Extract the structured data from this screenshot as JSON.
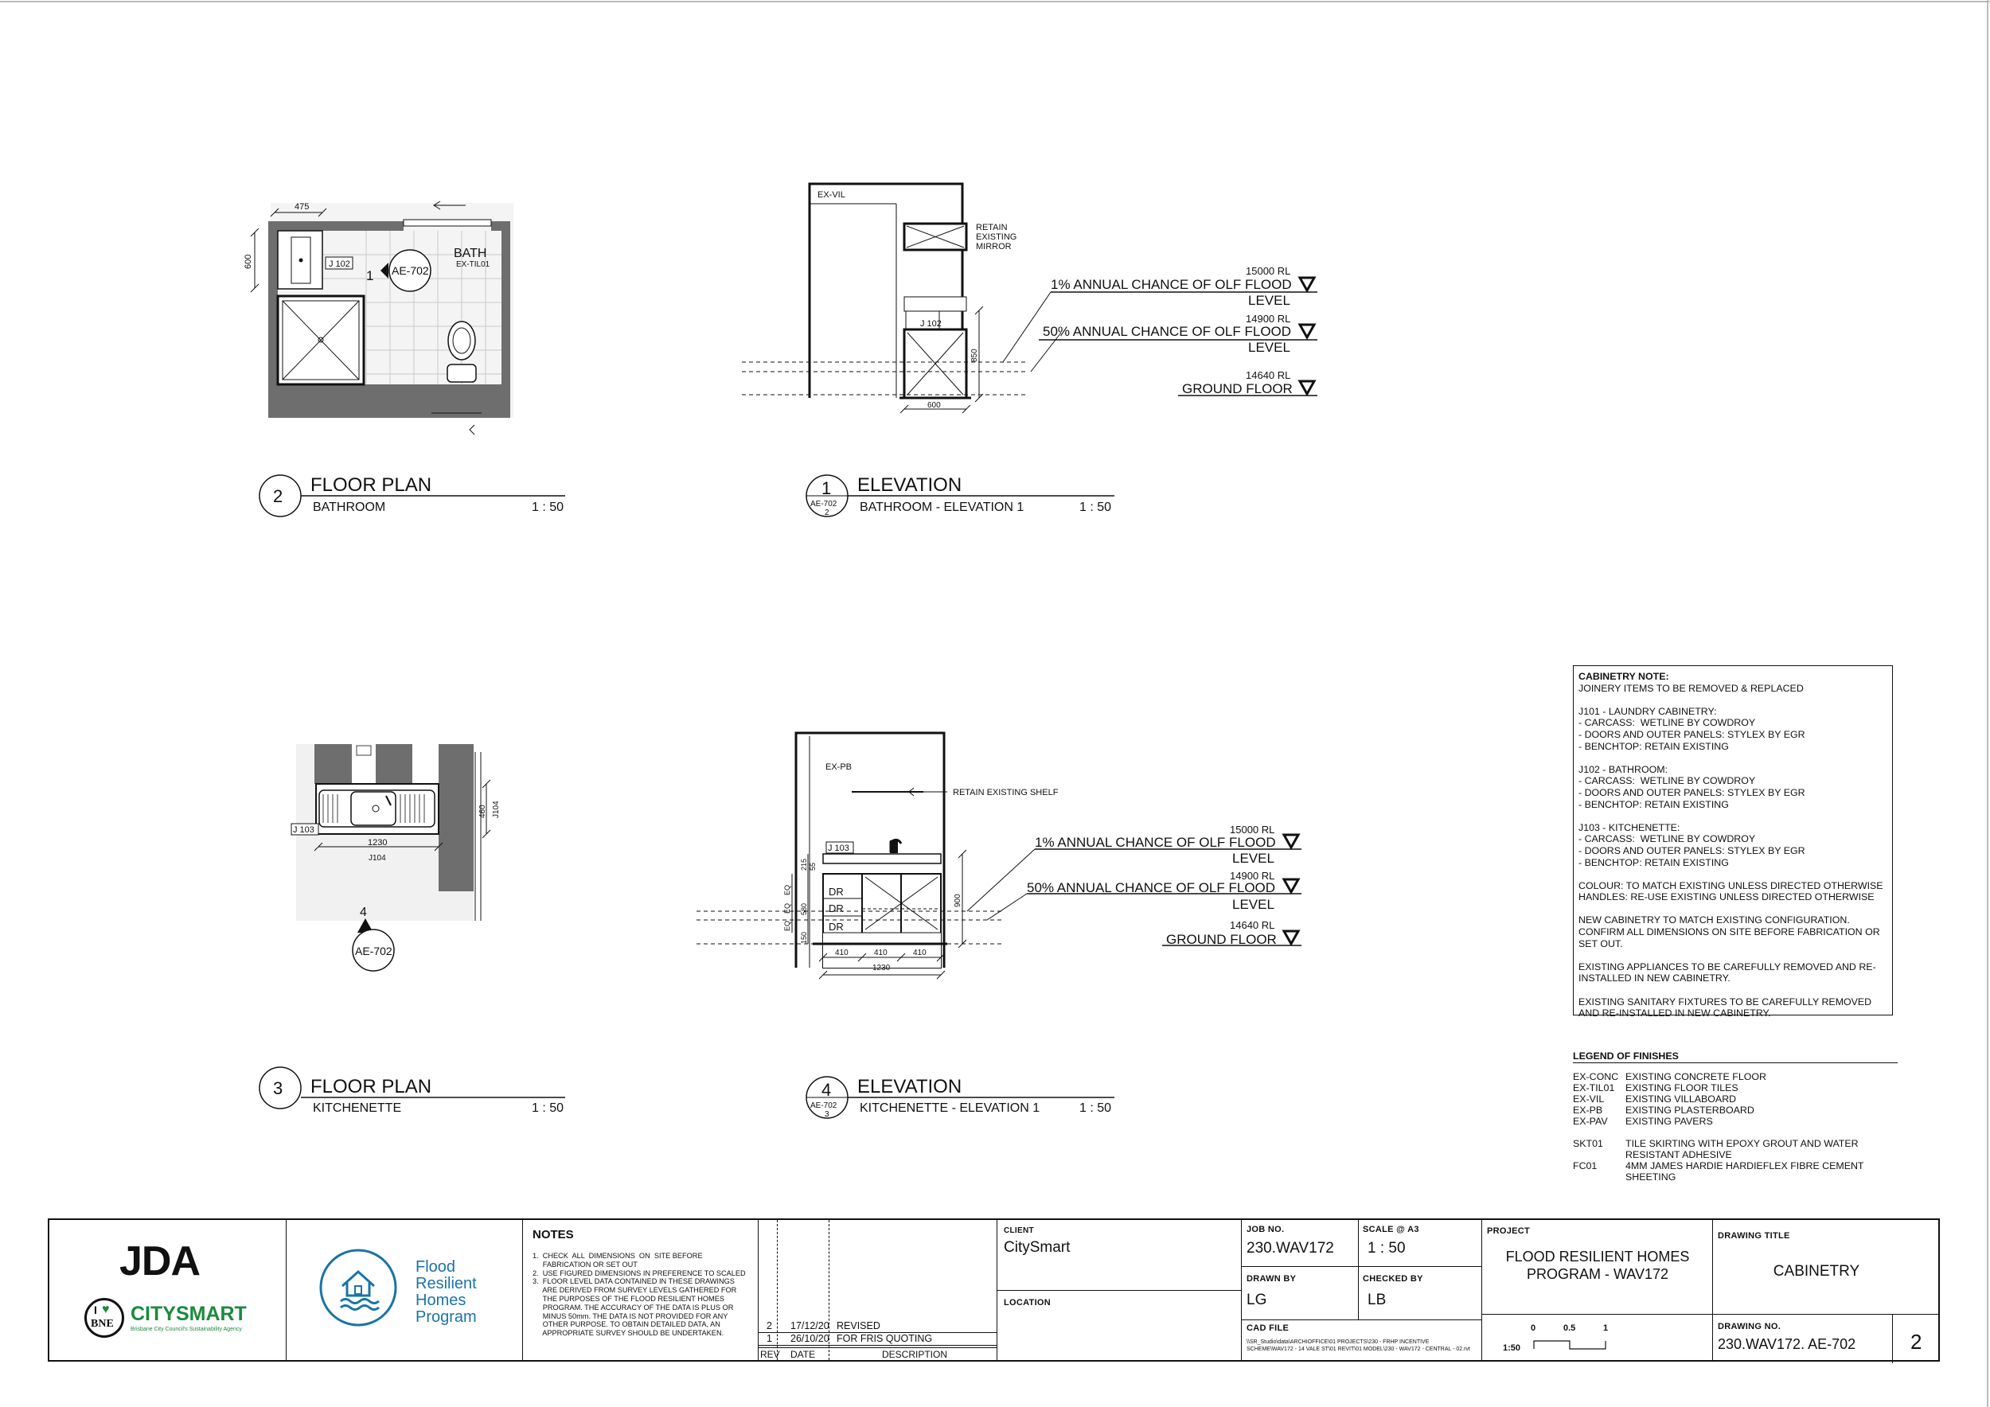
{
  "views": {
    "v2": {
      "num": "2",
      "title": "FLOOR PLAN",
      "sub": "BATHROOM",
      "scale": "1 : 50"
    },
    "v1": {
      "num": "1",
      "title": "ELEVATION",
      "sub": "BATHROOM - ELEVATION 1",
      "scale": "1 : 50",
      "ref_sheet": "AE-702",
      "ref_num": "2"
    },
    "v3": {
      "num": "3",
      "title": "FLOOR PLAN",
      "sub": "KITCHENETTE",
      "scale": "1 : 50"
    },
    "v4": {
      "num": "4",
      "title": "ELEVATION",
      "sub": "KITCHENETTE - ELEVATION 1",
      "scale": "1 : 50",
      "ref_sheet": "AE-702",
      "ref_num": "3"
    }
  },
  "bath_plan": {
    "dim_475": "475",
    "dim_600": "600",
    "room": "BATH",
    "finish": "EX-TIL01",
    "tag": "J 102",
    "section_num": "1",
    "section_ref": "AE-702"
  },
  "bath_elev": {
    "ex_vil": "EX-VIL",
    "retain1": "RETAIN",
    "retain2": "EXISTING",
    "retain3": "MIRROR",
    "tag": "J 102",
    "dim_850": "850",
    "dim_600": "600"
  },
  "levels": {
    "rl1": "15000 RL",
    "name1": "1% ANNUAL CHANCE OF OLF FLOOD",
    "lvl1": "LEVEL",
    "rl2": "14900 RL",
    "name2": "50% ANNUAL CHANCE OF OLF FLOOD",
    "lvl2": "LEVEL",
    "rl3": "14640 RL",
    "name3": "GROUND FLOOR"
  },
  "kit_plan": {
    "tag": "J 103",
    "dim_1230": "1230",
    "j104": "J104",
    "dim_460": "460",
    "j104v": "J104",
    "section_num": "4",
    "section_ref": "AE-702"
  },
  "kit_elev": {
    "ex_pb": "EX-PB",
    "retain": "RETAIN EXISTING SHELF",
    "tag": "J 103",
    "dr1": "DR",
    "dr2": "DR",
    "dr3": "DR",
    "d410a": "410",
    "d410b": "410",
    "d410c": "410",
    "d1230": "1230",
    "d900": "900",
    "v215": "215",
    "v55": "55",
    "v580": "580",
    "v150": "150",
    "eq1": "EQ",
    "eq2": "EQ",
    "eq3": "EQ"
  },
  "cabinetry_note": {
    "heading": "CABINETRY NOTE:",
    "lines": [
      "JOINERY ITEMS TO BE REMOVED & REPLACED",
      "",
      "J101 - LAUNDRY CABINETRY:",
      "- CARCASS:  WETLINE BY COWDROY",
      "- DOORS AND OUTER PANELS: STYLEX BY EGR",
      "- BENCHTOP: RETAIN EXISTING",
      "",
      "J102 - BATHROOM:",
      "- CARCASS:  WETLINE BY COWDROY",
      "- DOORS AND OUTER PANELS: STYLEX BY EGR",
      "- BENCHTOP: RETAIN EXISTING",
      "",
      "J103 - KITCHENETTE:",
      "- CARCASS:  WETLINE BY COWDROY",
      "- DOORS AND OUTER PANELS: STYLEX BY EGR",
      "- BENCHTOP: RETAIN EXISTING",
      "",
      "COLOUR: TO MATCH EXISTING UNLESS DIRECTED OTHERWISE",
      "HANDLES: RE-USE EXISTING UNLESS DIRECTED OTHERWISE",
      "",
      "NEW CABINETRY TO MATCH EXISTING CONFIGURATION.",
      "CONFIRM ALL DIMENSIONS ON SITE BEFORE FABRICATION OR",
      "SET OUT.",
      "",
      "EXISTING APPLIANCES TO BE CAREFULLY REMOVED AND RE-",
      "INSTALLED IN NEW CABINETRY.",
      "",
      "EXISTING SANITARY FIXTURES TO BE CAREFULLY REMOVED",
      "AND RE-INSTALLED IN NEW CABINETRY."
    ]
  },
  "legend": {
    "heading": "LEGEND OF FINISHES",
    "items": [
      {
        "code": "EX-CONC",
        "desc": "EXISTING CONCRETE FLOOR"
      },
      {
        "code": "EX-TIL01",
        "desc": "EXISTING FLOOR TILES"
      },
      {
        "code": "EX-VIL",
        "desc": "EXISTING VILLABOARD"
      },
      {
        "code": "EX-PB",
        "desc": "EXISTING PLASTERBOARD"
      },
      {
        "code": "EX-PAV",
        "desc": "EXISTING PAVERS"
      },
      {
        "code": "",
        "desc": ""
      },
      {
        "code": "SKT01",
        "desc": "TILE SKIRTING WITH EPOXY GROUT AND WATER RESISTANT ADHESIVE"
      },
      {
        "code": "FC01",
        "desc": "4MM JAMES HARDIE HARDIEFLEX FIBRE CEMENT SHEETING"
      }
    ]
  },
  "title_block": {
    "company": "JDA",
    "citysmart_i": "I",
    "citysmart_bne": "BNE",
    "citysmart": "CITYSMART",
    "citysmart_tag": "Brisbane City Council's Sustainability Agency",
    "frh1": "Flood",
    "frh2": "Resilient",
    "frh3": "Homes",
    "frh4": "Program",
    "notes_heading": "NOTES",
    "notes": [
      "1.  CHECK  ALL  DIMENSIONS  ON  SITE BEFORE",
      "     FABRICATION OR SET OUT",
      "2.  USE FIGURED DIMENSIONS IN PREFERENCE TO SCALED",
      "3.  FLOOR LEVEL DATA CONTAINED IN THESE DRAWINGS",
      "     ARE DERIVED FROM SURVEY LEVELS GATHERED FOR",
      "     THE PURPOSES OF THE FLOOD RESILIENT HOMES",
      "     PROGRAM. THE ACCURACY OF THE DATA IS PLUS OR",
      "     MINUS 50mm. THE DATA IS NOT PROVIDED FOR ANY",
      "     OTHER PURPOSE. TO OBTAIN DETAILED DATA, AN",
      "     APPROPRIATE SURVEY SHOULD BE UNDERTAKEN."
    ],
    "revisions": [
      {
        "rev": "2",
        "date": "17/12/20",
        "desc": "REVISED"
      },
      {
        "rev": "1",
        "date": "26/10/20",
        "desc": "FOR FRIS QUOTING"
      }
    ],
    "rev_h": "REV",
    "date_h": "DATE",
    "desc_h": "DESCRIPTION",
    "client_lbl": "CLIENT",
    "client": "CitySmart",
    "location_lbl": "LOCATION",
    "job_lbl": "JOB NO.",
    "job": "230.WAV172",
    "scale_lbl": "SCALE @ A3",
    "scale": "1 : 50",
    "drawn_lbl": "DRAWN BY",
    "drawn": "LG",
    "checked_lbl": "CHECKED BY",
    "checked": "LB",
    "cad_lbl": "CAD FILE",
    "cad1": "\\\\SR_Studio\\data\\ARCHIOFFICE\\01 PROJECTS\\230 - FRHP INCENTIVE",
    "cad2": "SCHEME\\WAV172 - 14 VALE ST\\01 REVIT\\01 MODEL\\230 - WAV172 - CENTRAL - 02.rvt",
    "project_lbl": "PROJECT",
    "project1": "FLOOD RESILIENT HOMES",
    "project2": "PROGRAM - WAV172",
    "sb0": "0",
    "sb05": "0.5",
    "sb1": "1",
    "sb_scale": "1:50",
    "title_lbl": "DRAWING TITLE",
    "title": "CABINETRY",
    "dwgno_lbl": "DRAWING NO.",
    "dwgno": "230.WAV172. AE-702",
    "rev_no": "2"
  },
  "colors": {
    "ink": "#111111",
    "wall": "#6e6e6e",
    "brand_green": "#1c8a3c",
    "brand_blue": "#1a73a8"
  }
}
